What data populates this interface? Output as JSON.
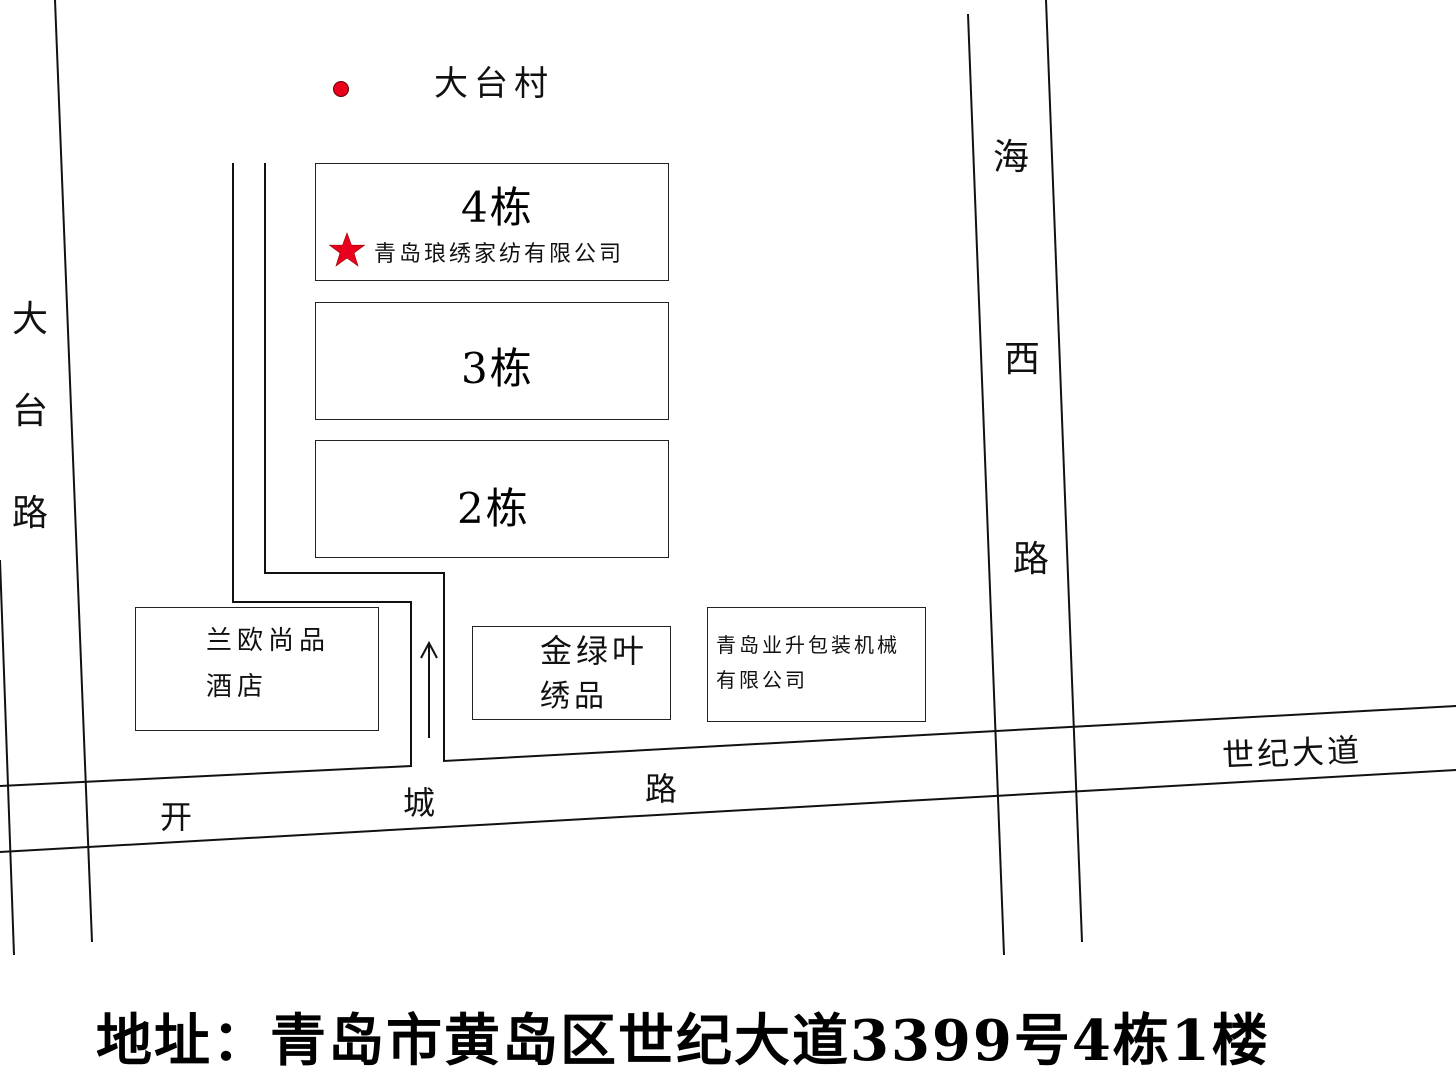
{
  "roads": {
    "datai_road": [
      "大",
      "台",
      "路"
    ],
    "haixi_road": [
      "海",
      "西",
      "路"
    ],
    "kaicheng_road": [
      "开",
      "城",
      "路"
    ],
    "shiji_avenue": "世纪大道"
  },
  "village": "大台村",
  "buildings": [
    {
      "label": "4栋",
      "tenant": "青岛琅绣家纺有限公司"
    },
    {
      "label": "3栋"
    },
    {
      "label": "2栋"
    }
  ],
  "shops": {
    "lanou_hotel": [
      "兰欧尚品",
      "酒店"
    ],
    "jinlvye": [
      "金绿叶",
      "绣品"
    ],
    "yesheng": [
      "青岛业升包装机械",
      "有限公司"
    ]
  },
  "address": "地址：青岛市黄岛区世纪大道3399号4栋1楼",
  "colors": {
    "marker": "#e8001c",
    "line": "#111111"
  },
  "icons": {
    "tenant_marker": "star-icon",
    "poi_marker": "red-dot-icon",
    "direction": "up-arrow-icon"
  }
}
